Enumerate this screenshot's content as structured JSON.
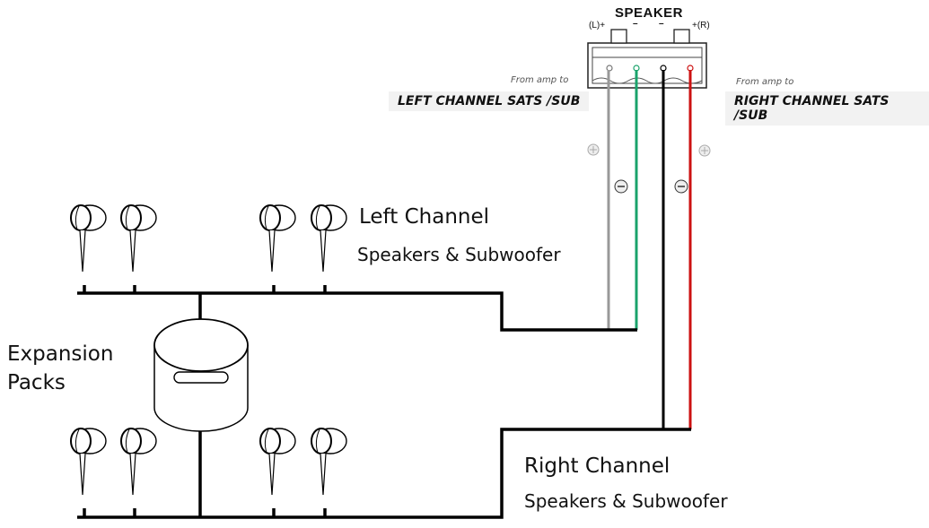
{
  "connector": {
    "title": "SPEAKER",
    "left_terminal": "(L)+",
    "minus1": "–",
    "minus2": "–",
    "right_terminal": "+(R)"
  },
  "left_output": {
    "caption": "From amp to",
    "label": "LEFT CHANNEL SATS /SUB"
  },
  "right_output": {
    "caption": "From amp to",
    "label": "RIGHT CHANNEL SATS /SUB"
  },
  "left_channel": {
    "title": "Left Channel",
    "subtitle": "Speakers & Subwoofer"
  },
  "right_channel": {
    "title": "Right Channel",
    "subtitle": "Speakers & Subwoofer"
  },
  "expansion": {
    "line1": "Expansion",
    "line2": "Packs"
  },
  "polarity": {
    "plus": "+",
    "minus": "−"
  },
  "wire_colors": {
    "left_plus": "#999999",
    "left_minus": "#1aa36b",
    "right_minus": "#000000",
    "right_plus": "#cc1111"
  }
}
